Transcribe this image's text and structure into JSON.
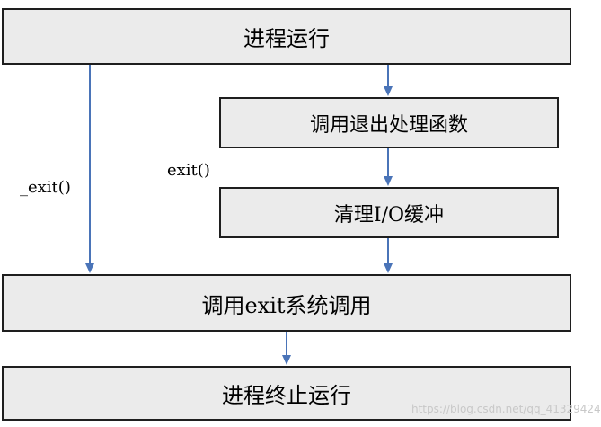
{
  "nodes": {
    "process_running": "进程运行",
    "call_exit_handlers": "调用退出处理函数",
    "flush_io_buffers": "清理I/O缓冲",
    "exit_syscall": "调用exit系统调用",
    "process_terminated": "进程终止运行"
  },
  "edge_labels": {
    "underscore_exit": "_exit()",
    "exit": "exit()"
  },
  "colors": {
    "arrow": "#4a74b8",
    "box_fill": "#ebebeb",
    "box_border": "#1e1e1e"
  },
  "watermark": "https://blog.csdn.net/qq_41329424"
}
